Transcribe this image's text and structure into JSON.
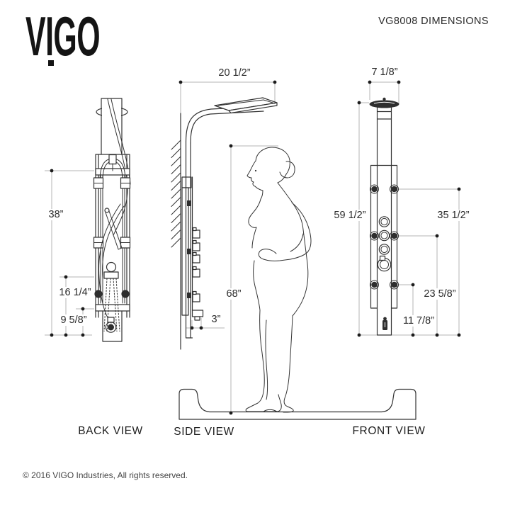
{
  "header": {
    "logo_text": "VIGO",
    "title": "VG8008 DIMENSIONS"
  },
  "views": {
    "back": {
      "label": "BACK VIEW",
      "dims": {
        "height": "38”",
        "valve": "16 1/4”",
        "lower": "9 5/8”"
      }
    },
    "side": {
      "label": "SIDE VIEW",
      "dims": {
        "head_reach": "20 1/2”",
        "figure_height": "68”",
        "spout_reach": "3”"
      }
    },
    "front": {
      "label": "FRONT VIEW",
      "dims": {
        "head_width": "7 1/8”",
        "overall_height": "59 1/2”",
        "upper": "35 1/2”",
        "middle": "23 5/8”",
        "lower": "11 7/8”"
      }
    }
  },
  "footer": {
    "copyright": "© 2016 VIGO Industries, All rights reserved."
  },
  "colors": {
    "drawing_line": "#333333",
    "dimension_line": "#b5b5b5",
    "text": "#2b2b2b",
    "background": "#ffffff"
  }
}
